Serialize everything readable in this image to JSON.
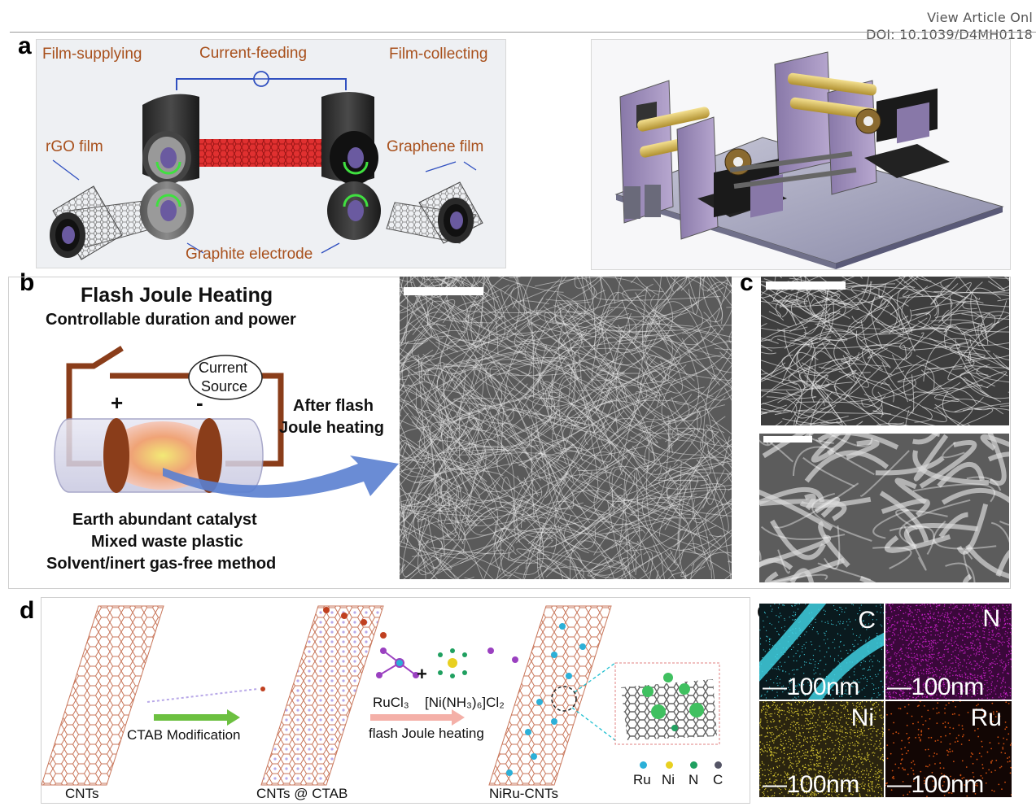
{
  "header": {
    "view_article": "View Article Onl",
    "doi": "DOI: 10.1039/D4MH0118"
  },
  "panel_letters": {
    "a": "a",
    "b": "b",
    "c": "c",
    "d": "d",
    "e": "e"
  },
  "panel_a": {
    "film_supplying": "Film-supplying",
    "current_feeding": "Current-feeding",
    "film_collecting": "Film-collecting",
    "rgo_film": "rGO film",
    "graphene_film": "Graphene film",
    "graphite_electrode": "Graphite electrode"
  },
  "panel_b": {
    "title": "Flash Joule Heating",
    "subtitle": "Controllable duration and power",
    "current_source_1": "Current",
    "current_source_2": "Source",
    "plus": "+",
    "minus": "-",
    "after_flash_1": "After flash",
    "after_flash_2": "Joule heating",
    "bullet_1": "Earth abundant catalyst",
    "bullet_2": "Mixed waste plastic",
    "bullet_3": "Solvent/inert gas-free method"
  },
  "panel_d": {
    "cnts": "CNTs",
    "ctab_modification": "CTAB Modification",
    "cnts_ctab": "CNTs @ CTAB",
    "rucl3": "RuCl₃",
    "ni_complex": "[Ni(NH₃)₆]Cl₂",
    "plus": "+",
    "flash_joule": "flash Joule heating",
    "niru_cnts": "NiRu-CNTs",
    "legend": [
      "Ru",
      "Ni",
      "N",
      "C"
    ],
    "legend_colors": [
      "#2bb0d8",
      "#e8d020",
      "#20a060",
      "#555566"
    ]
  },
  "panel_e": {
    "maps": [
      {
        "element": "C",
        "scale": "100nm",
        "color": "#3fd0e0"
      },
      {
        "element": "N",
        "scale": "100nm",
        "color": "#c020c0"
      },
      {
        "element": "Ni",
        "scale": "100nm",
        "color": "#d0c030"
      },
      {
        "element": "Ru",
        "scale": "100nm",
        "color": "#d05010"
      }
    ]
  }
}
